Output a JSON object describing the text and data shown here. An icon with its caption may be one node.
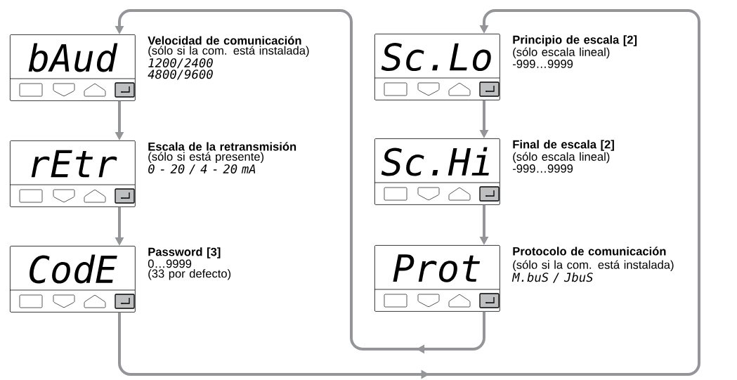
{
  "diagram": {
    "nodes": [
      {
        "text": [
          "bAud",
          "Velocidad de comunicación",
          "(sólo si la com. está instalada)",
          "1200/2400",
          "4800/9600"
        ]
      },
      {
        "text": [
          "rEtr",
          "Escala de la retransmisión",
          "(sólo si está presente)",
          "0 - 20 / 4 - 20 mA"
        ]
      },
      {
        "text": [
          "CodE",
          "Password [3]",
          "0…9999",
          "(33 por defecto)"
        ]
      },
      {
        "text": [
          "Sc.Lo",
          "Principio de escala [2]",
          "(sólo escala lineal)",
          "-999…9999"
        ]
      },
      {
        "text": [
          "Sc.Hi",
          "Final de escala [2]",
          "(sólo escala lineal)",
          "-999…9999"
        ]
      },
      {
        "text": [
          "Prot",
          "**Protocolo de comunicación** (sólo si la com. está instalada)",
          "M.buS / JbuS"
        ]
      }
    ],
    "edges": [
      {
        "from": 0,
        "to": 1,
        "arrow": "to"
      },
      {
        "from": 1,
        "to": 2,
        "arrow": "to"
      },
      {
        "from": 2,
        "to": 3,
        "arrow": "to"
      },
      {
        "from": 3,
        "to": 4,
        "arrow": "to"
      },
      {
        "from": 4,
        "to": 5,
        "arrow": "to"
      },
      {
        "from": 5,
        "to": 0,
        "arrow": "to"
      }
    ]
  }
}
